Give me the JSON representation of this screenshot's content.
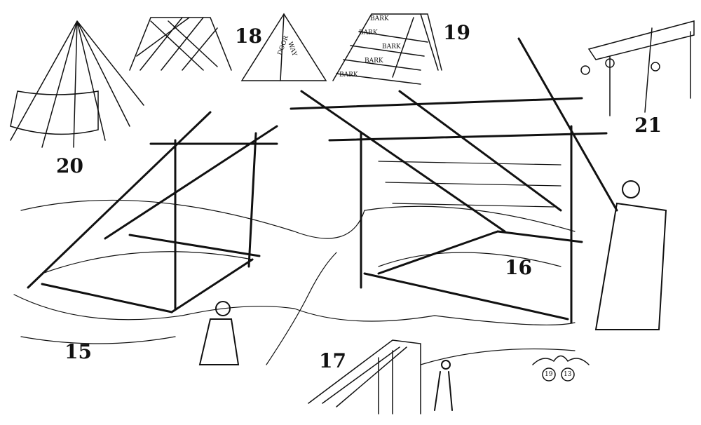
{
  "figures": {
    "fig15": "15",
    "fig16": "16",
    "fig17": "17",
    "fig18": "18",
    "fig19": "19",
    "fig20": "20",
    "fig21": "21"
  },
  "tent_labels": {
    "door": "DOOR",
    "way": "WAY"
  },
  "bark_labels": [
    "BARK",
    "BARK",
    "BARK",
    "BARK",
    "BARK"
  ],
  "monogram": {
    "left": "19",
    "right": "13"
  },
  "colors": {
    "ink": "#111111",
    "paper": "#ffffff"
  }
}
